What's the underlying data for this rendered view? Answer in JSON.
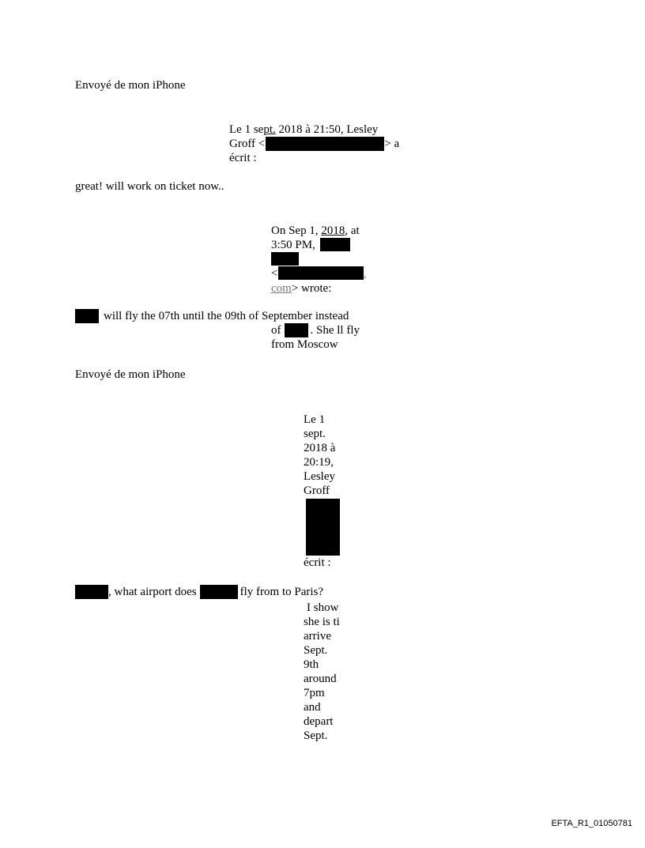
{
  "signature_1": "Envoyé de mon iPhone",
  "quote_1": {
    "line1_a": "Le 1 se",
    "line1_b": "pt.",
    "line1_c": " 2018 à 21:50, Lesley",
    "line2_a": "Groff <",
    "line2_b": "> a",
    "line3": "écrit :"
  },
  "reply_1": "great!  will work on ticket now..",
  "quote_2": {
    "line1_a": "On Sep 1, ",
    "line1_b": "2018",
    "line1_c": ", at",
    "line2": "3:50 PM,",
    "line4_a": "<",
    "line4_b": ".",
    "line5_a": "com",
    "line5_b": "> wrote:"
  },
  "message_2": {
    "line1": "will fly the 07th until the 09th of September instead",
    "line2_a": "of",
    "line2_b": ". She ll fly",
    "line3": "from Moscow"
  },
  "signature_2": "Envoyé de mon iPhone",
  "quote_3": [
    "Le 1",
    "sept.",
    "2018 à",
    "20:19,",
    "Lesley",
    "Groff"
  ],
  "quote_3_end": "écrit :",
  "message_3": {
    "part1": ", what airport does",
    "part2": "fly from to Paris?",
    "continuation": [
      "I show",
      "she is ti",
      "arrive",
      "Sept.",
      "9th",
      "around",
      "7pm",
      "and",
      "depart",
      "Sept."
    ]
  },
  "footer": {
    "doc_id": "EFTA_R1_01050781"
  }
}
